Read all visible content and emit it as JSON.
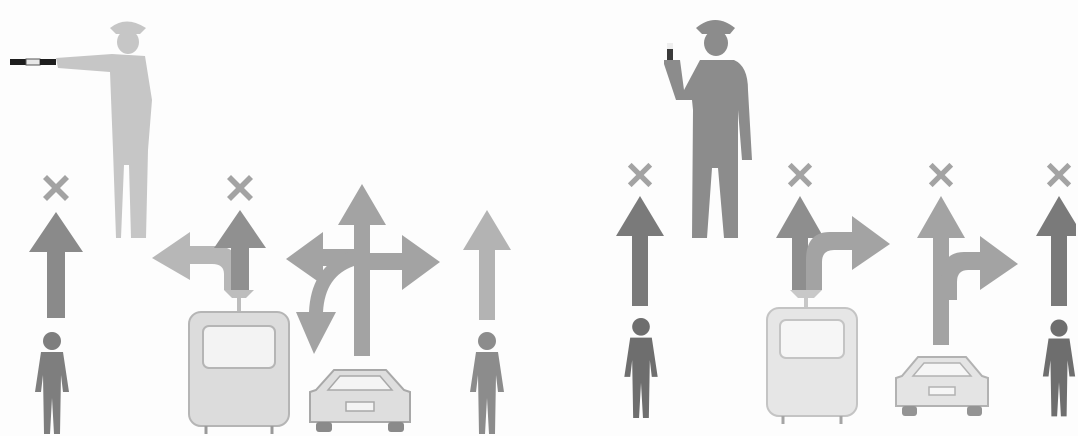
{
  "colors": {
    "light_gray": "#c9c9c9",
    "mid_gray": "#a7a7a7",
    "dark_gray": "#7e7e7e",
    "cross_gray": "#a3a3a3",
    "background": "#fdfdfd"
  },
  "panels": [
    {
      "officer": {
        "pose": "arm-extended-holding-baton",
        "icon": "traffic-officer-icon"
      },
      "signals": [
        {
          "subject": "pedestrian",
          "movements": [
            "straight"
          ],
          "allowed": false,
          "icon": "pedestrian-icon"
        },
        {
          "subject": "tram",
          "movements": [
            "straight",
            "left"
          ],
          "allowed": false,
          "icon": "tram-icon"
        },
        {
          "subject": "car",
          "movements": [
            "straight",
            "left",
            "right",
            "u-turn"
          ],
          "allowed": true,
          "icon": "car-icon"
        },
        {
          "subject": "pedestrian",
          "movements": [
            "straight"
          ],
          "allowed": true,
          "icon": "pedestrian-icon"
        }
      ]
    },
    {
      "officer": {
        "pose": "baton-raised",
        "icon": "traffic-officer-icon"
      },
      "signals": [
        {
          "subject": "pedestrian",
          "movements": [
            "straight"
          ],
          "allowed": false,
          "icon": "pedestrian-icon"
        },
        {
          "subject": "tram",
          "movements": [
            "straight",
            "right"
          ],
          "allowed": false,
          "icon": "tram-icon"
        },
        {
          "subject": "car",
          "movements": [
            "straight",
            "right"
          ],
          "allowed": false,
          "icon": "car-icon"
        },
        {
          "subject": "pedestrian",
          "movements": [
            "straight"
          ],
          "allowed": false,
          "icon": "pedestrian-icon"
        }
      ]
    }
  ]
}
